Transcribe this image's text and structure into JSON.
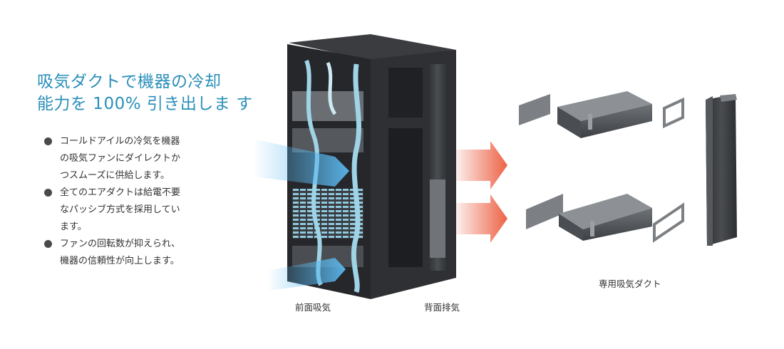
{
  "heading": {
    "line1": "吸気ダクトで機器の冷却",
    "line2": "能力を 100% 引き出しま す"
  },
  "bullets": [
    {
      "text": "コールドアイルの冷気を機器\nの吸気ファンにダイレクトか\nつスムーズに供給します。"
    },
    {
      "text": "全てのエアダクトは給電不要\nなパッシブ方式を採用してい\nます。"
    },
    {
      "text": "ファンの回転数が抑えられ、\n機器の信頼性が向上します。"
    }
  ],
  "captions": {
    "front_intake": "前面吸気",
    "rear_exhaust": "背面排気",
    "dedicated_duct": "専用吸気ダクト"
  },
  "colors": {
    "heading": "#2a8fb9",
    "cold_air": "#5ab8ee",
    "hot_air": "#ec5a3c",
    "rack": "#2b2d30",
    "cable": "#9fd3e6"
  }
}
